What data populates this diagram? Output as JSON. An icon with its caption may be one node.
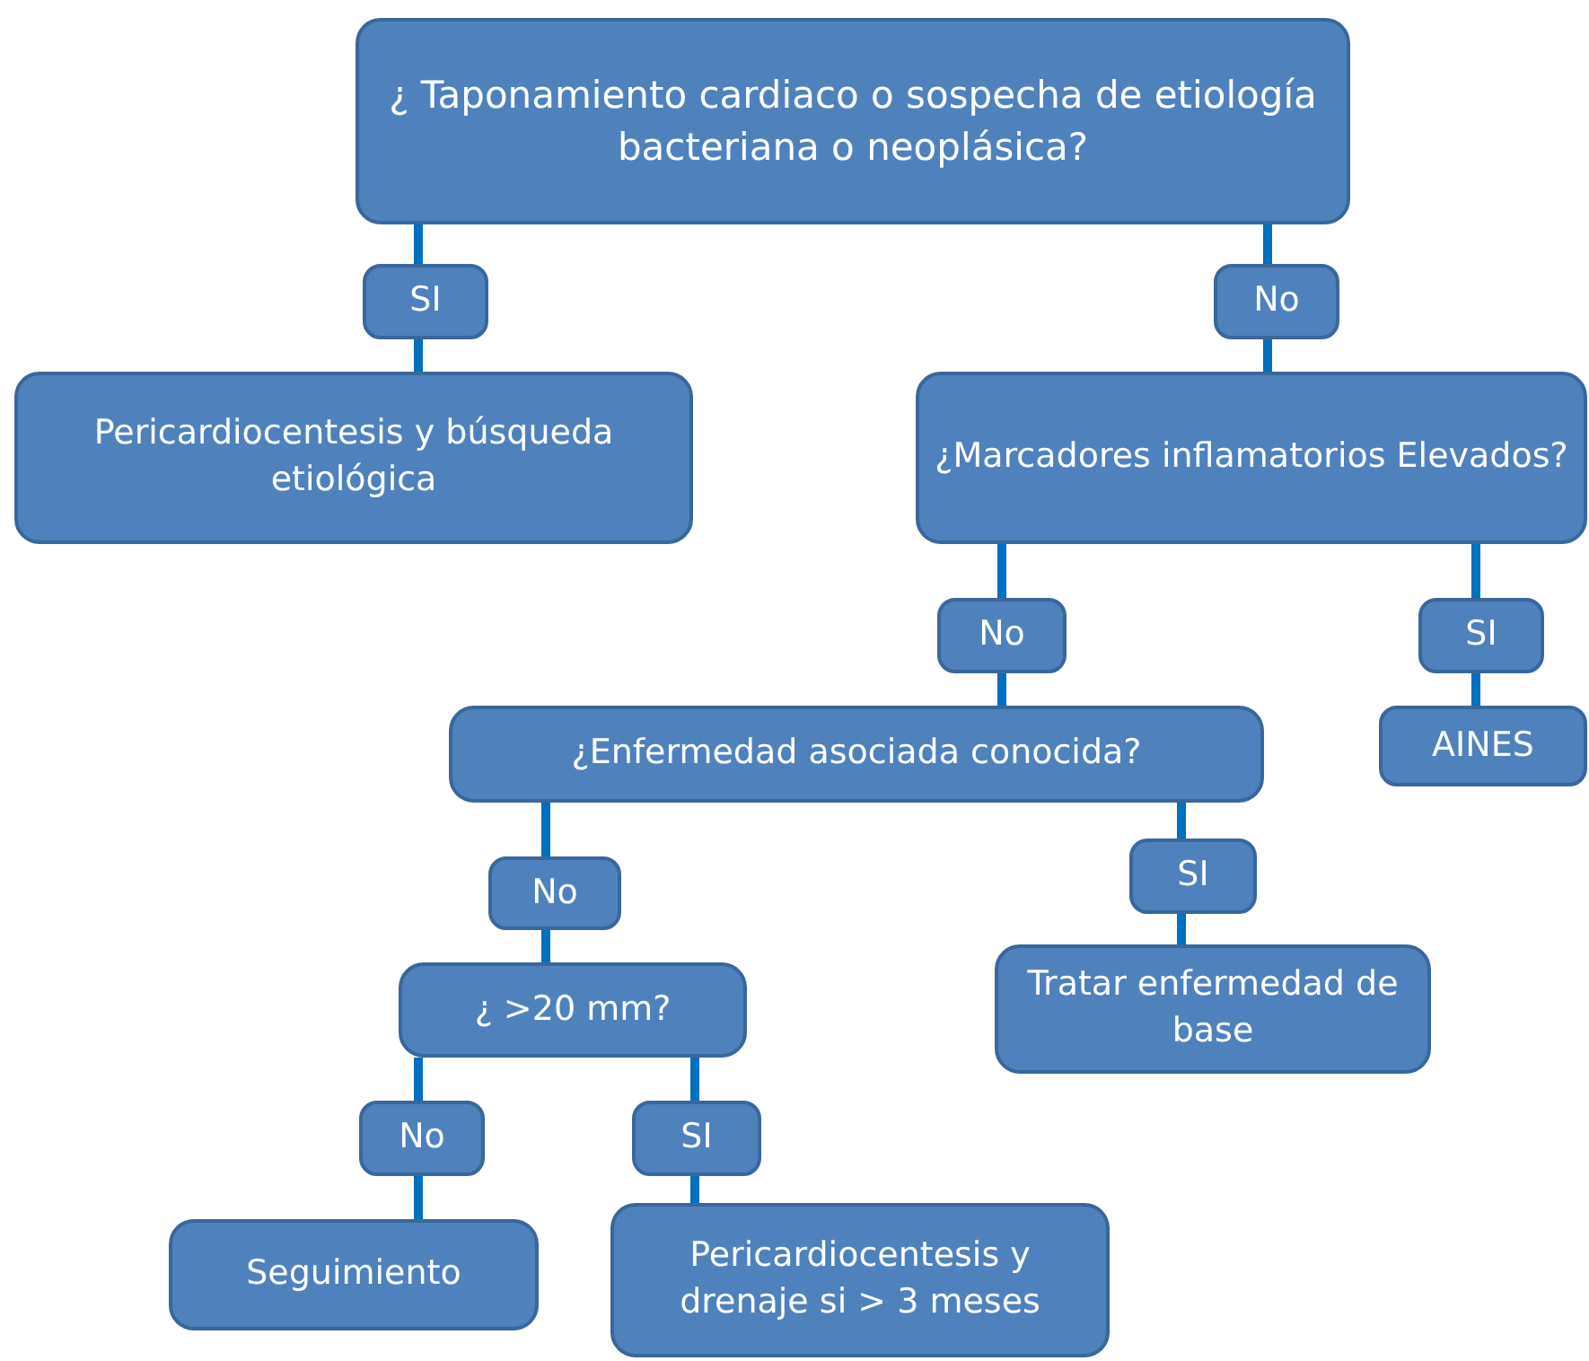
{
  "diagram": {
    "nodes": [
      {
        "text": [
          "¿ Taponamiento cardiaco o sospecha de etiología bacteriana o neoplásica?"
        ]
      },
      {
        "text": [
          "SI"
        ]
      },
      {
        "text": [
          "No"
        ]
      },
      {
        "text": [
          "Pericardiocentesis y búsqueda etiológica"
        ]
      },
      {
        "text": [
          "¿Marcadores inflamatorios Elevados?"
        ]
      },
      {
        "text": [
          "No"
        ]
      },
      {
        "text": [
          "SI"
        ]
      },
      {
        "text": [
          "¿Enfermedad asociada conocida?"
        ]
      },
      {
        "text": [
          "AINES"
        ]
      },
      {
        "text": [
          "No"
        ]
      },
      {
        "text": [
          "SI"
        ]
      },
      {
        "text": [
          "¿ >20 mm?"
        ]
      },
      {
        "text": [
          "Tratar enfermedad de base"
        ]
      },
      {
        "text": [
          "No"
        ]
      },
      {
        "text": [
          "SI"
        ]
      },
      {
        "text": [
          "Seguimiento"
        ]
      },
      {
        "text": [
          "Pericardiocentesis y drenaje si > 3 meses"
        ]
      }
    ],
    "edges": [
      {
        "from": 0,
        "to": 1,
        "arrow": "none"
      },
      {
        "from": 1,
        "to": 3,
        "arrow": "none"
      },
      {
        "from": 0,
        "to": 2,
        "arrow": "none"
      },
      {
        "from": 2,
        "to": 4,
        "arrow": "none"
      },
      {
        "from": 4,
        "to": 5,
        "arrow": "none"
      },
      {
        "from": 5,
        "to": 7,
        "arrow": "none"
      },
      {
        "from": 4,
        "to": 6,
        "arrow": "none"
      },
      {
        "from": 6,
        "to": 8,
        "arrow": "none"
      },
      {
        "from": 7,
        "to": 9,
        "arrow": "none"
      },
      {
        "from": 9,
        "to": 11,
        "arrow": "none"
      },
      {
        "from": 7,
        "to": 10,
        "arrow": "none"
      },
      {
        "from": 10,
        "to": 12,
        "arrow": "none"
      },
      {
        "from": 11,
        "to": 13,
        "arrow": "none"
      },
      {
        "from": 13,
        "to": 15,
        "arrow": "none"
      },
      {
        "from": 11,
        "to": 14,
        "arrow": "none"
      },
      {
        "from": 14,
        "to": 16,
        "arrow": "none"
      }
    ]
  }
}
